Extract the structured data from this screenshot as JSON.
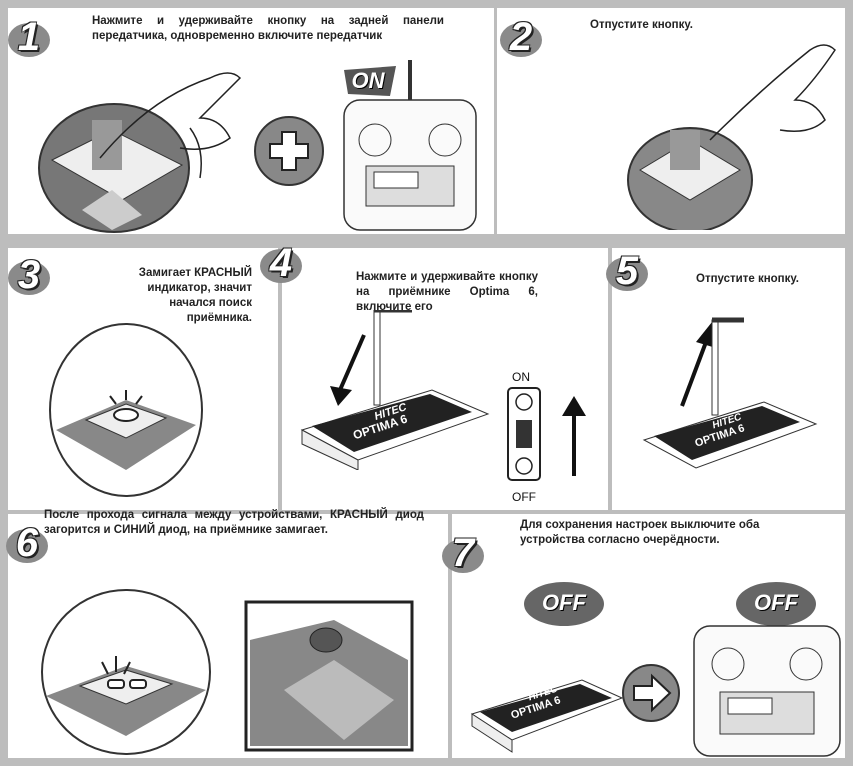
{
  "steps": [
    {
      "number": "1",
      "text": "Нажмите и удерживайте кнопку на задней панели передатчика, одновременно включите передатчик"
    },
    {
      "number": "2",
      "text": "Отпустите кнопку."
    },
    {
      "number": "3",
      "text": "Замигает КРАСНЫЙ индикатор, значит начался поиск приёмника."
    },
    {
      "number": "4",
      "text": "Нажмите и удерживайте кнопку на приёмнике Optima 6, включите его"
    },
    {
      "number": "5",
      "text": "Отпустите кнопку."
    },
    {
      "number": "6",
      "text": "После прохода сигнала между устройствами, КРАСНЫЙ диод загорится и СИНИЙ диод, на приёмнике замигает."
    },
    {
      "number": "7",
      "text": "Для сохранения настроек выключите оба устройства согласно очерёдности."
    }
  ],
  "badges": {
    "on": "ON",
    "off": "OFF"
  },
  "switch": {
    "on_label": "ON",
    "off_label": "OFF"
  },
  "receiver": {
    "brand": "HITEC",
    "model": "OPTIMA 6"
  }
}
